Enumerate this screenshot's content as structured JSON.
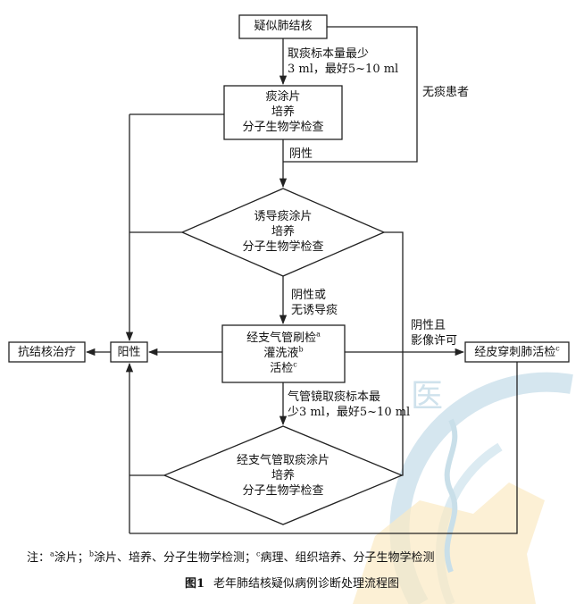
{
  "nodes": {
    "start": "疑似肺结核",
    "sputum_tests": [
      "痰涂片",
      "培养",
      "分子生物学检查"
    ],
    "induced_tests": [
      "诱导痰涂片",
      "培养",
      "分子生物学检查"
    ],
    "bronch": {
      "line1": "经支气管刷检",
      "line1_sup": "a",
      "line2": "灌洗液",
      "line2_sup": "b",
      "line3": "活检",
      "line3_sup": "c"
    },
    "bronch_sputum_tests": [
      "经支气管取痰涂片",
      "培养",
      "分子生物学检查"
    ],
    "positive": "阳性",
    "treatment": "抗结核治疗",
    "percutaneous": {
      "text": "经皮穿刺肺活检",
      "sup": "c"
    }
  },
  "edge_labels": {
    "sample_req": [
      "取痰标本量最少",
      "3 ml，最好5~10 ml"
    ],
    "no_sputum": "无痰患者",
    "negative": "阴性",
    "negative_or_no_induced": [
      "阴性或",
      "无诱导痰"
    ],
    "bronch_sample_req": [
      "气管镜取痰标本最",
      "少3 ml，最好5~10 ml"
    ],
    "negative_imaging": [
      "阴性且",
      "影像许可"
    ]
  },
  "footnote": {
    "prefix": "注：",
    "a_sup": "a",
    "a_text": "涂片；",
    "b_sup": "b",
    "b_text": "涂片、培养、分子生物学检测；",
    "c_sup": "c",
    "c_text": "病理、组织培养、分子生物学检测"
  },
  "caption": {
    "figure_no": "图1",
    "title": "老年肺结核疑似病例诊断处理流程图"
  },
  "watermark": {
    "text": "医",
    "color": "#bcd6e3",
    "accent": "#f6dfa8"
  }
}
